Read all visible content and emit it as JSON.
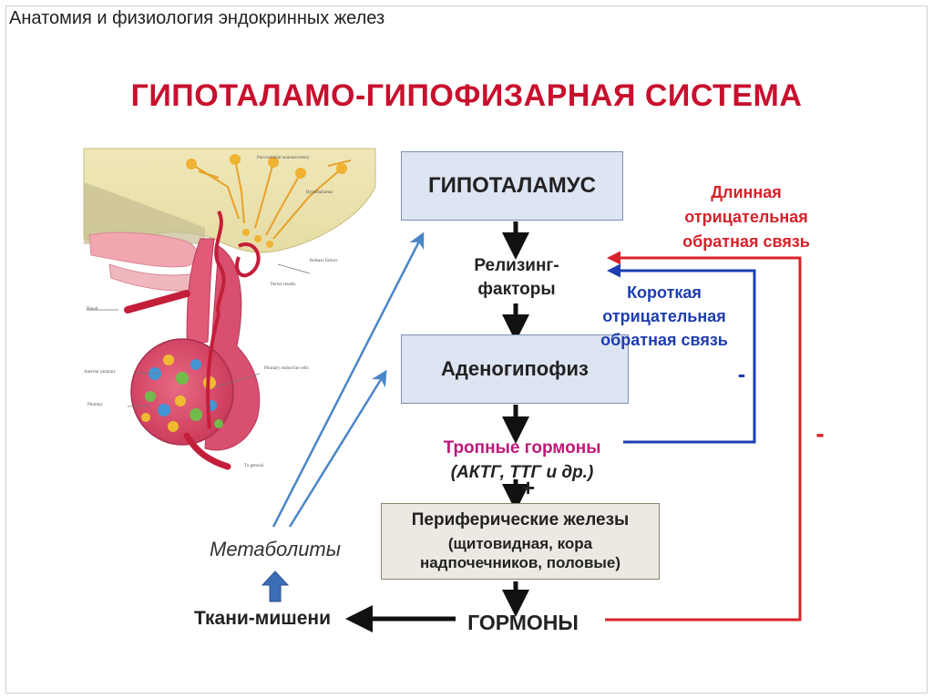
{
  "header": {
    "title": "Анатомия и физиология эндокринных желез"
  },
  "diagram": {
    "title": "ГИПОТАЛАМО-ГИПОФИЗАРНАЯ СИСТЕМА",
    "hypothalamus": "ГИПОТАЛАМУС",
    "releasing_factors": [
      "Релизинг-",
      "факторы"
    ],
    "adenohypophysis": "Аденогипофиз",
    "tropic_hormones": "Тропные гормоны",
    "tropic_examples": "(АКТГ, ТТГ и др.)",
    "plus_sign": "+",
    "peripheral_glands": "Периферические железы",
    "peripheral_details": [
      "(щитовидная, кора",
      "надпочечников, половые)"
    ],
    "hormones": "ГОРМОНЫ",
    "target_tissues": "Ткани-мишени",
    "metabolites": "Метаболиты",
    "long_feedback": [
      "Длинная",
      "отрицательная",
      "обратная связь"
    ],
    "short_feedback": [
      "Короткая",
      "отрицательная",
      "обратная связь"
    ],
    "minus_short": "-",
    "minus_long": "-"
  },
  "colors": {
    "title_red": "#c8102e",
    "feedback_red": "#d8222a",
    "feedback_blue": "#1e3db0",
    "metabolite_arrow_blue": "#4a86c8",
    "box_fill_blue": "#dde4f2",
    "box_fill_beige": "#ece9e2",
    "tropic_magenta": "#c0187a"
  },
  "illustration": {
    "name": "hypothalamus-pituitary-anatomy",
    "labels": [
      "Parvocellular neurosecretory cells",
      "Hypothalamus",
      "Release factors",
      "Portal vessels",
      "Blood",
      "Anterior pituitary",
      "Pituitary endocrine cells",
      "To general circulation"
    ]
  }
}
